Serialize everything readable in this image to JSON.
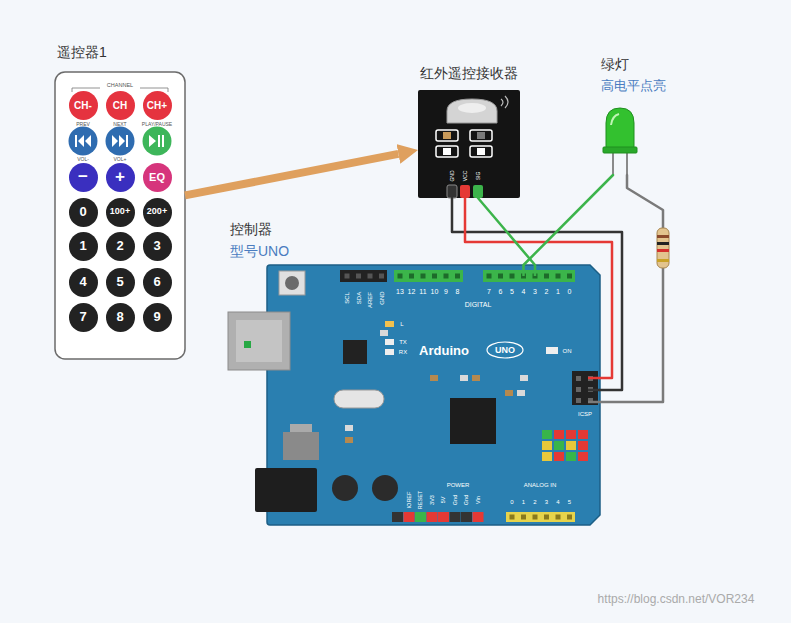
{
  "diagram": {
    "nodes": [
      {
        "text": [
          "遥控器1"
        ]
      },
      {
        "text": [
          "CH-"
        ],
        "in": 0
      },
      {
        "text": [
          "CH"
        ],
        "in": 0
      },
      {
        "text": [
          "CH+"
        ],
        "in": 0
      },
      {
        "text": [
          "−"
        ],
        "in": 0
      },
      {
        "text": [
          "+"
        ],
        "in": 0
      },
      {
        "text": [
          "EQ"
        ],
        "in": 0
      },
      {
        "text": [
          "0"
        ],
        "in": 0
      },
      {
        "text": [
          "100+"
        ],
        "in": 0
      },
      {
        "text": [
          "200+"
        ],
        "in": 0
      },
      {
        "text": [
          "1"
        ],
        "in": 0
      },
      {
        "text": [
          "2"
        ],
        "in": 0
      },
      {
        "text": [
          "3"
        ],
        "in": 0
      },
      {
        "text": [
          "4"
        ],
        "in": 0
      },
      {
        "text": [
          "5"
        ],
        "in": 0
      },
      {
        "text": [
          "6"
        ],
        "in": 0
      },
      {
        "text": [
          "7"
        ],
        "in": 0
      },
      {
        "text": [
          "8"
        ],
        "in": 0
      },
      {
        "text": [
          "9"
        ],
        "in": 0
      },
      {
        "text": [
          "红外遥控接收器"
        ]
      },
      {
        "text": [
          "绿灯",
          "高电平点亮"
        ]
      },
      {
        "text": [
          "控制器",
          "型号UNO"
        ]
      }
    ],
    "edges": [
      {
        "from": 0,
        "to": 19,
        "arrow": "to"
      },
      {
        "from": 19,
        "to": 21,
        "arrow": "none"
      },
      {
        "from": 19,
        "to": 21,
        "arrow": "none"
      },
      {
        "from": 19,
        "to": 21,
        "arrow": "none"
      },
      {
        "from": 20,
        "to": 21,
        "arrow": "none"
      },
      {
        "from": 20,
        "to": 21,
        "arrow": "none"
      }
    ],
    "labels": [
      "CHANNEL",
      "PREV",
      "NEXT",
      "PLAY/PAUSE",
      "VOL-",
      "VOL+",
      "GND",
      "VCC",
      "SIG",
      "SCL",
      "SDA",
      "AREF",
      "GND",
      "13",
      "12",
      "11",
      "10",
      "9",
      "8",
      "7",
      "6",
      "5",
      "4",
      "3",
      "2",
      "1",
      "0",
      "DIGITAL",
      "L",
      "TX",
      "RX",
      "Arduino",
      "UNO",
      "ON",
      "ICSP",
      "POWER",
      "ANALOG IN",
      "IOREF",
      "RESET",
      "3V3",
      "5V",
      "Gnd",
      "Gnd",
      "Vin",
      "0",
      "1",
      "2",
      "3",
      "4",
      "5",
      "https://blog.csdn.net/VOR234"
    ]
  }
}
